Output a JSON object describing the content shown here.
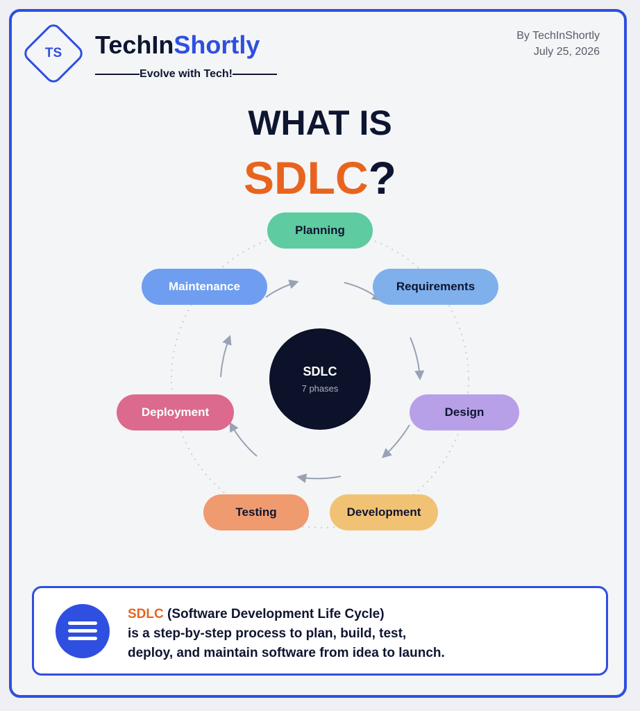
{
  "header": {
    "logo_text": "TS",
    "brand_primary": "TechIn",
    "brand_accent": "Shortly",
    "tagline": "Evolve with Tech!",
    "byline": "By TechInShortly",
    "date": "July 25, 2026"
  },
  "title": {
    "line1": "WHAT IS",
    "accent": "SDLC",
    "suffix": "?"
  },
  "diagram": {
    "center_title": "SDLC",
    "center_subtitle": "7 phases",
    "phases": [
      {
        "label": "Planning",
        "color": "#5ecba1",
        "text_color": "#0e1530"
      },
      {
        "label": "Requirements",
        "color": "#7fb0ec",
        "text_color": "#0e1530"
      },
      {
        "label": "Design",
        "color": "#b7a0e8",
        "text_color": "#0e1530"
      },
      {
        "label": "Development",
        "color": "#f2c274",
        "text_color": "#0e1530"
      },
      {
        "label": "Testing",
        "color": "#f09a70",
        "text_color": "#0e1530"
      },
      {
        "label": "Deployment",
        "color": "#dc6a8f",
        "text_color": "#ffffff"
      },
      {
        "label": "Maintenance",
        "color": "#6f9ef0",
        "text_color": "#ffffff"
      }
    ]
  },
  "info": {
    "accent": "SDLC",
    "line1_rest": " (Software Development Life Cycle)",
    "line2": "is a step-by-step process to plan, build, test,",
    "line3": "deploy, and maintain software from idea to launch."
  },
  "colors": {
    "brand_blue": "#2f4fe0",
    "accent_orange": "#e8641e",
    "dark_navy": "#0c1229"
  }
}
